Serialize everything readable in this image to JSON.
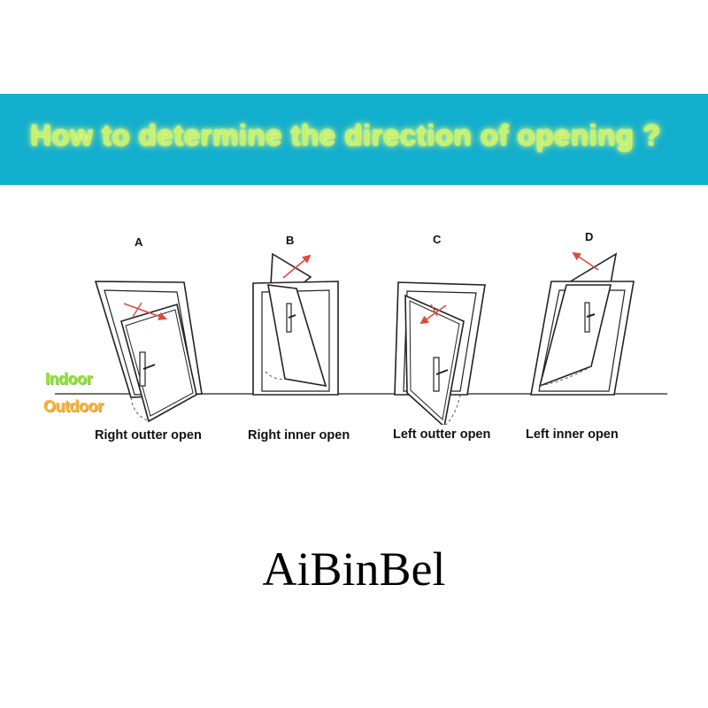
{
  "header": {
    "title": "How to determine the direction of opening ?",
    "background_color": "#12aece",
    "title_color": "#c6f26a"
  },
  "side_labels": {
    "indoor": "Indoor",
    "outdoor": "Outdoor",
    "indoor_color": "#8fe03a",
    "outdoor_color": "#f5b235"
  },
  "doors": [
    {
      "letter": "A",
      "caption": "Right outter open"
    },
    {
      "letter": "B",
      "caption": "Right inner open"
    },
    {
      "letter": "C",
      "caption": "Left outter open"
    },
    {
      "letter": "D",
      "caption": "Left inner open"
    }
  ],
  "arrow_color": "#e2483e",
  "brand": "AiBinBel"
}
